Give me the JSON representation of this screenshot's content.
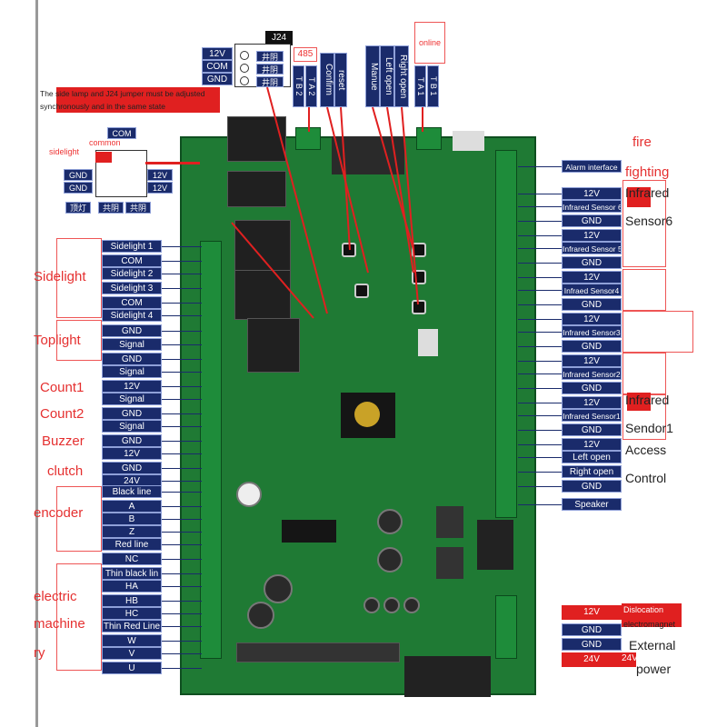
{
  "j24": {
    "tag": "J24",
    "rows": [
      "12V",
      "COM",
      "GND"
    ],
    "chinese": [
      "井阴",
      "井阴",
      "井阴"
    ]
  },
  "warning_note": "The side lamp and J24 jumper must be adjusted synchronously and in the same state",
  "top_labels": {
    "t485": "485",
    "tb2": "T B 2",
    "ta2": "T A 2",
    "confirm": "Confirm",
    "reset": "reset",
    "manue": "Manue",
    "left_open": "Left open",
    "right_open": "Right open",
    "ta1": "T A 1",
    "tb1": "T B 1",
    "online": "online"
  },
  "jumper_block": {
    "com_top": "COM",
    "sidelight": "sidelight",
    "common": "common",
    "gnd1": "GND",
    "gnd2": "GND",
    "v12a": "12V",
    "v12b": "12V",
    "toplight_cn": "顶灯",
    "cn1": "共阴",
    "cn2": "共阴"
  },
  "left_labels": [
    "Sidelight 1",
    "COM",
    "Sidelight 2",
    "Sidelight 3",
    "COM",
    "Sidelight 4",
    "GND",
    "Signal",
    "GND",
    "Signal",
    "12V",
    "Signal",
    "GND",
    "Signal",
    "GND",
    "12V",
    "GND",
    "24V",
    "Black line",
    "A",
    "B",
    "Z",
    "Red line",
    "NC",
    "Thin black lin",
    "HA",
    "HB",
    "HC",
    "Thin Red Line",
    "W",
    "V",
    "U"
  ],
  "left_groups": {
    "sidelight": "Sidelight",
    "toplight": "Toplight",
    "count1": "Count1",
    "count2": "Count2",
    "buzzer": "Buzzer",
    "clutch": "clutch",
    "encoder": "encoder",
    "electric": "electric",
    "machine": "machine",
    "ry": "ry"
  },
  "right_labels": [
    "Alarm interface",
    "12V",
    "Infrared Sensor 6",
    "GND",
    "12V",
    "Infrared Sensor 5",
    "GND",
    "12V",
    "Infraed Sensor4",
    "GND",
    "12V",
    "Infrared Sensor3",
    "GND",
    "12V",
    "Infrared Sensor2",
    "GND",
    "12V",
    "Infrared Sensor1",
    "GND",
    "12V",
    "Left open",
    "Right open",
    "GND",
    "Speaker"
  ],
  "right_groups": {
    "fire": "fire",
    "fighting": "fighting",
    "infrared6a": "Infrared",
    "sensor6": "Sensor6",
    "infrared1a": "Infrared",
    "sensor1": "Sendor1",
    "access": "Access",
    "control": "Control"
  },
  "power": {
    "v12": "12V",
    "gnd1": "GND",
    "gnd2": "GND",
    "v24": "24V",
    "dislocation": "Dislocation",
    "electromagnet": "electromagnet",
    "v24b": "24V",
    "external": "External",
    "power": "power"
  },
  "colors": {
    "label_bg": "#1a2b6b",
    "red": "#e02020",
    "board": "#1f7a34"
  }
}
